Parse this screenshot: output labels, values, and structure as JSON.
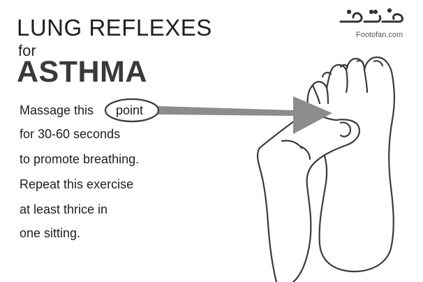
{
  "title": {
    "line1": "LUNG REFLEXES",
    "line2": "for",
    "line3": "ASTHMA"
  },
  "instructions": {
    "line1_prefix": "Massage this",
    "point_word": "point",
    "line2": "for 30-60 seconds",
    "line3": "to promote breathing.",
    "line4": "Repeat this exercise",
    "line5": "at least thrice in",
    "line6": "one sitting."
  },
  "logo": {
    "arabic_text": "فوت وفن",
    "latin_text": "Footofan.com"
  },
  "colors": {
    "arrow": "#8c8c8c",
    "outline": "#3a3a3a",
    "text": "#1e1e1e"
  }
}
